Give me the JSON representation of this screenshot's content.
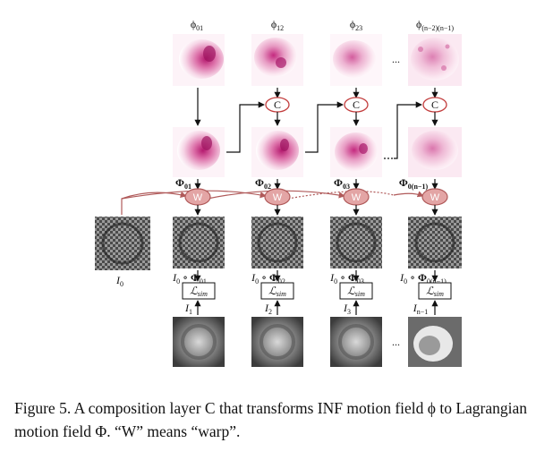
{
  "figure": {
    "phi_labels": [
      {
        "sym": "ϕ",
        "sub": "01"
      },
      {
        "sym": "ϕ",
        "sub": "12"
      },
      {
        "sym": "ϕ",
        "sub": "23"
      },
      {
        "sym": "ϕ",
        "sub": "(n−2)(n−1)"
      }
    ],
    "Phi_labels": [
      {
        "sym": "Φ",
        "sub": "01"
      },
      {
        "sym": "Φ",
        "sub": "02"
      },
      {
        "sym": "Φ",
        "sub": "03"
      },
      {
        "sym": "Φ",
        "sub": "0(n−1)"
      }
    ],
    "compose_labels": [
      {
        "pre": "I",
        "presub": "0",
        "op": " ∘ ",
        "sym": "Φ",
        "sub": "01"
      },
      {
        "pre": "I",
        "presub": "0",
        "op": " ∘ ",
        "sym": "Φ",
        "sub": "02"
      },
      {
        "pre": "I",
        "presub": "0",
        "op": " ∘ ",
        "sym": "Φ",
        "sub": "03"
      },
      {
        "pre": "I",
        "presub": "0",
        "op": " ∘ ",
        "sym": "Φ",
        "sub": "0(n−1)"
      }
    ],
    "target_labels": [
      {
        "sym": "I",
        "sub": "1"
      },
      {
        "sym": "I",
        "sub": "2"
      },
      {
        "sym": "I",
        "sub": "3"
      },
      {
        "sym": "I",
        "sub": "n−1"
      }
    ],
    "i0_label": {
      "sym": "I",
      "sub": "0"
    },
    "c_label": "C",
    "w_label": "W",
    "loss_label": {
      "sym": "ℒ",
      "sub": "sim"
    },
    "ellipsis": "..."
  },
  "caption": "Figure 5. A composition layer C that transforms INF motion field ϕ to Lagrangian motion field Φ. “W” means “warp”.",
  "colors": {
    "heat": "#c0287a",
    "warp_node": "#e3a5a5",
    "warp_stroke": "#b05a5a"
  }
}
